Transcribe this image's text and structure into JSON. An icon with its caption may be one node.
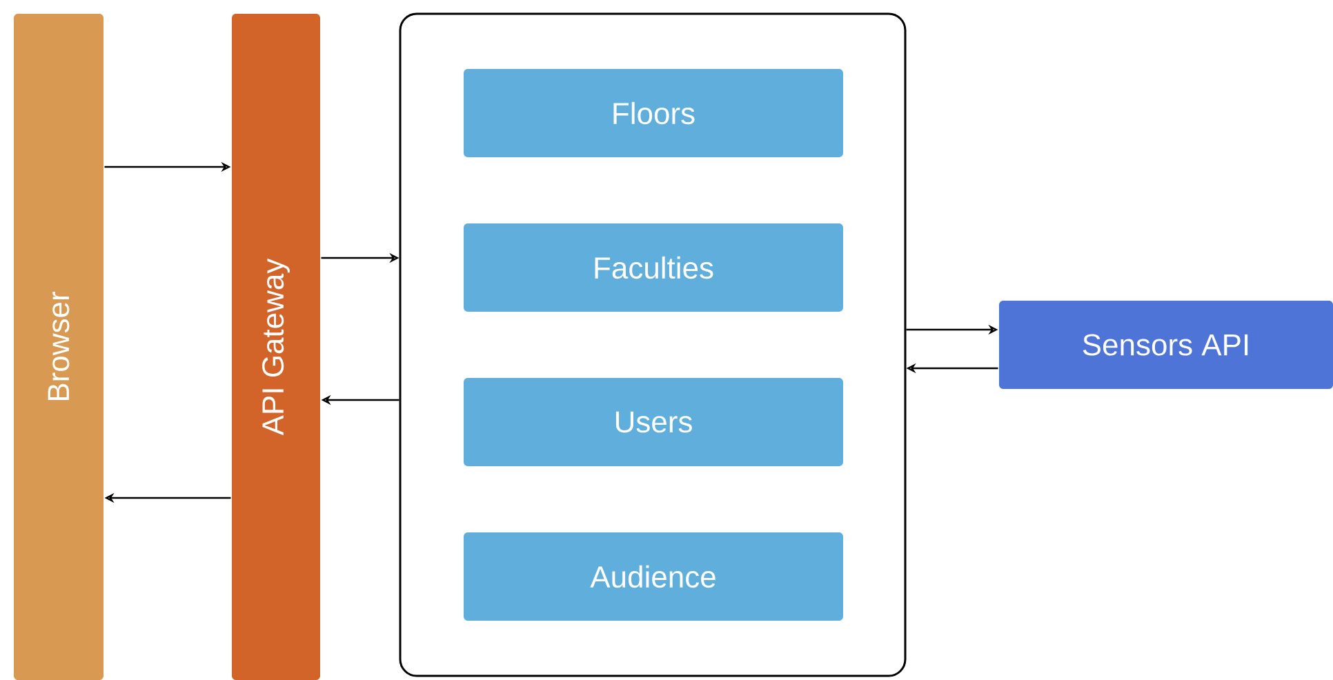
{
  "diagram": {
    "nodes": [
      {
        "text": [
          "Browser"
        ]
      },
      {
        "text": [
          "API Gateway"
        ]
      },
      {
        "text": [],
        "shape": "box"
      },
      {
        "text": [
          "Floors"
        ],
        "in": 2
      },
      {
        "text": [
          "Faculties"
        ],
        "in": 2
      },
      {
        "text": [
          "Users"
        ],
        "in": 2
      },
      {
        "text": [
          "Audience"
        ],
        "in": 2
      },
      {
        "text": [
          "Sensors API"
        ]
      }
    ],
    "edges": [
      {
        "from": 0,
        "to": 1,
        "arrow": "to"
      },
      {
        "from": 1,
        "to": 2,
        "arrow": "to"
      },
      {
        "from": 2,
        "to": 1,
        "arrow": "to"
      },
      {
        "from": 1,
        "to": 0,
        "arrow": "to"
      },
      {
        "from": 2,
        "to": 7,
        "arrow": "to"
      },
      {
        "from": 7,
        "to": 2,
        "arrow": "to"
      }
    ]
  }
}
